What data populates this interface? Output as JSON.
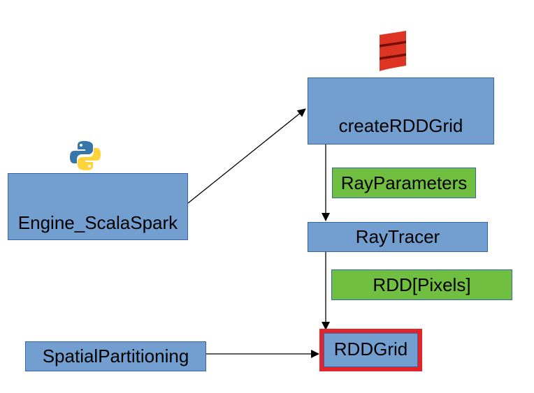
{
  "nodes": {
    "engine": "Engine_ScalaSpark",
    "create_grid": "createRDDGrid",
    "ray_tracer": "RayTracer",
    "spatial": "SpatialPartitioning",
    "rdd_grid": "RDDGrid"
  },
  "edge_labels": {
    "ray_parameters": "RayParameters",
    "rdd_pixels": "RDD[Pixels]"
  },
  "icons": {
    "engine_icon": "python-logo-icon",
    "create_grid_icon": "scala-logo-icon"
  },
  "colors": {
    "node_fill": "#729fcf",
    "label_fill": "#70bf41",
    "highlight_border": "#e3242b"
  }
}
